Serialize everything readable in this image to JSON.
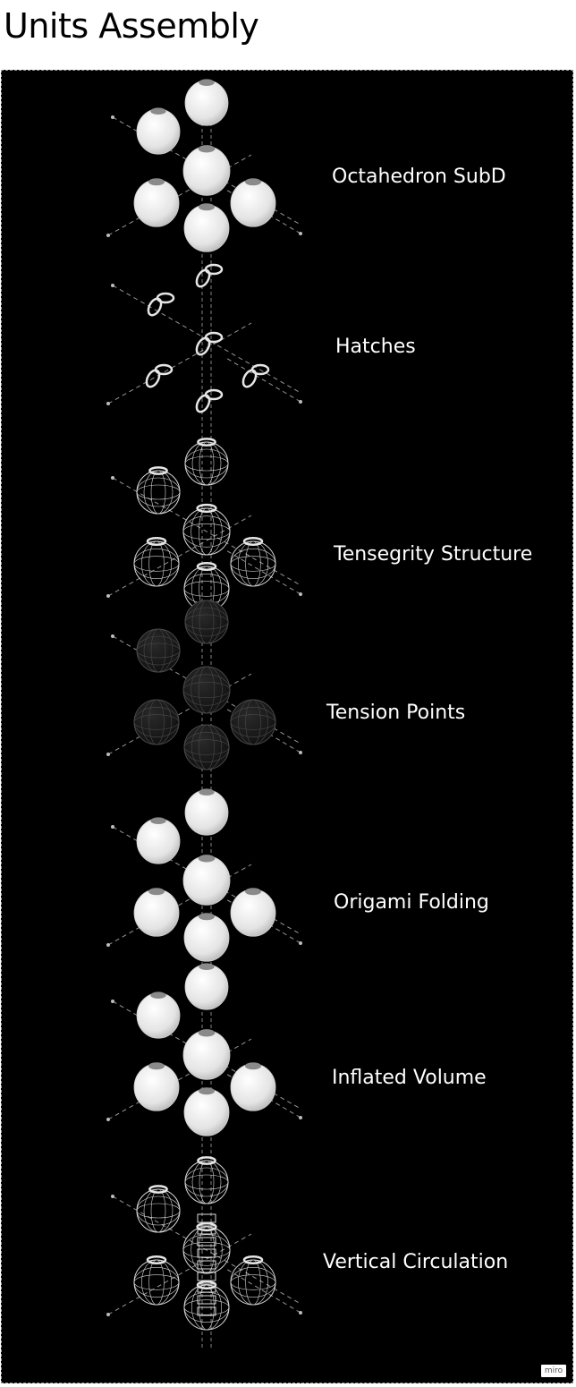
{
  "title": "Units Assembly",
  "stages": [
    {
      "id": "octahedron-subd",
      "label": "Octahedron SubD",
      "style": "solid"
    },
    {
      "id": "hatches",
      "label": "Hatches",
      "style": "rings"
    },
    {
      "id": "tensegrity-structure",
      "label": "Tensegrity Structure",
      "style": "wire"
    },
    {
      "id": "tension-points",
      "label": "Tension Points",
      "style": "faint"
    },
    {
      "id": "origami-folding",
      "label": "Origami Folding",
      "style": "solid"
    },
    {
      "id": "inflated-volume",
      "label": "Inflated Volume",
      "style": "solid"
    },
    {
      "id": "vertical-circulation",
      "label": "Vertical Circulation",
      "style": "wire"
    }
  ],
  "badge": "miro",
  "colors": {
    "background": "#000000",
    "node": "#e6e6e6",
    "cap": "#8a8a8a",
    "axis": "#bdbdbd",
    "label": "#ffffff"
  }
}
